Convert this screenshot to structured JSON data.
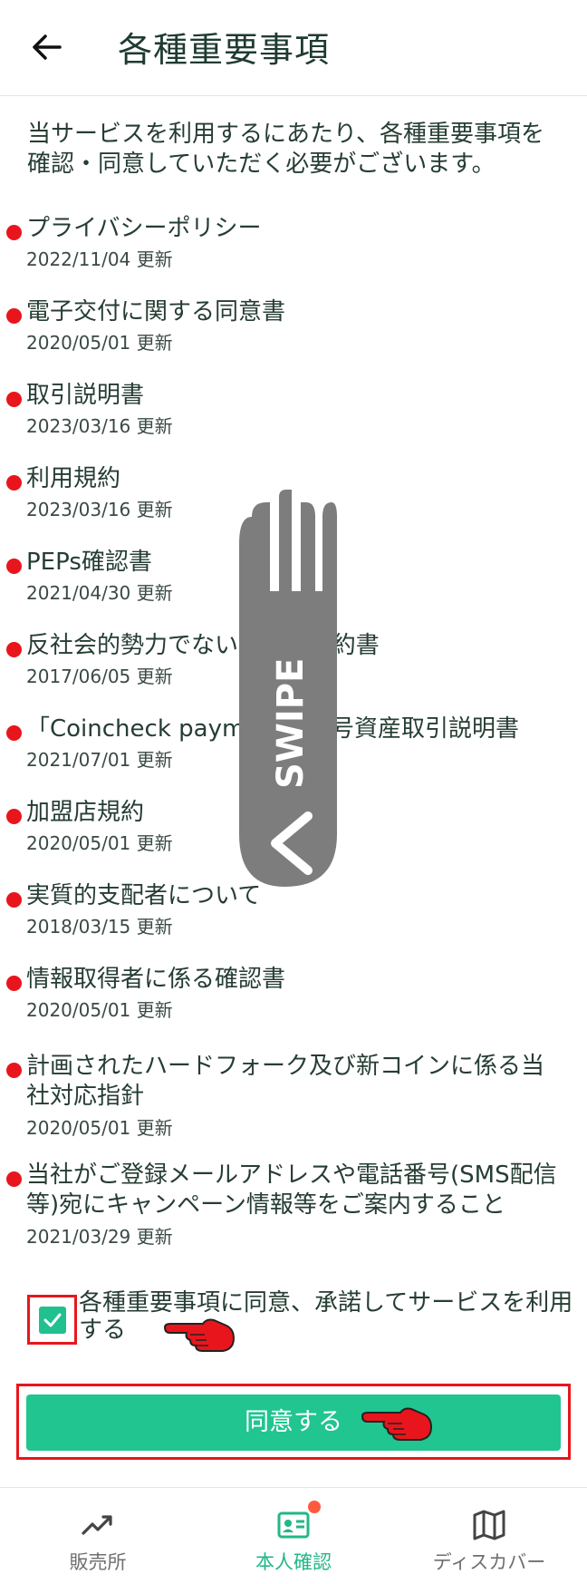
{
  "header": {
    "title": "各種重要事項"
  },
  "intro": "当サービスを利用するにあたり、各種重要事項を確認・同意していただく必要がございます。",
  "documents": [
    {
      "title": "プライバシーポリシー",
      "date": "2022/11/04 更新"
    },
    {
      "title": "電子交付に関する同意書",
      "date": "2020/05/01 更新"
    },
    {
      "title": "取引説明書",
      "date": "2023/03/16 更新"
    },
    {
      "title": "利用規約",
      "date": "2023/03/16 更新"
    },
    {
      "title": "PEPs確認書",
      "date": "2021/04/30 更新"
    },
    {
      "title": "反社会的勢力でないことの確約書",
      "date": "2017/06/05 更新"
    },
    {
      "title": "「Coincheck payment」暗号資産取引説明書",
      "date": "2021/07/01 更新"
    },
    {
      "title": "加盟店規約",
      "date": "2020/05/01 更新"
    },
    {
      "title": "実質的支配者について",
      "date": "2018/03/15 更新"
    },
    {
      "title": "情報取得者に係る確認書",
      "date": "2020/05/01 更新"
    },
    {
      "title": "計画されたハードフォーク及び新コインに係る当社対応指針",
      "date": "2020/05/01 更新"
    },
    {
      "title": "当社がご登録メールアドレスや電話番号(SMS配信等)宛にキャンペーン情報等をご案内すること",
      "date": "2021/03/29 更新"
    }
  ],
  "agreement": {
    "checked": true,
    "label": "各種重要事項に同意、承諾してサービスを利用する"
  },
  "agree_button": "同意する",
  "swipe_label": "SWIPE",
  "nav": [
    {
      "label": "販売所",
      "icon": "trend-chart-icon",
      "active": false
    },
    {
      "label": "本人確認",
      "icon": "id-card-icon",
      "active": true
    },
    {
      "label": "ディスカバー",
      "icon": "map-icon",
      "active": false
    }
  ],
  "colors": {
    "accent": "#21c58f",
    "alert": "#e8161c",
    "text": "#263d33"
  }
}
